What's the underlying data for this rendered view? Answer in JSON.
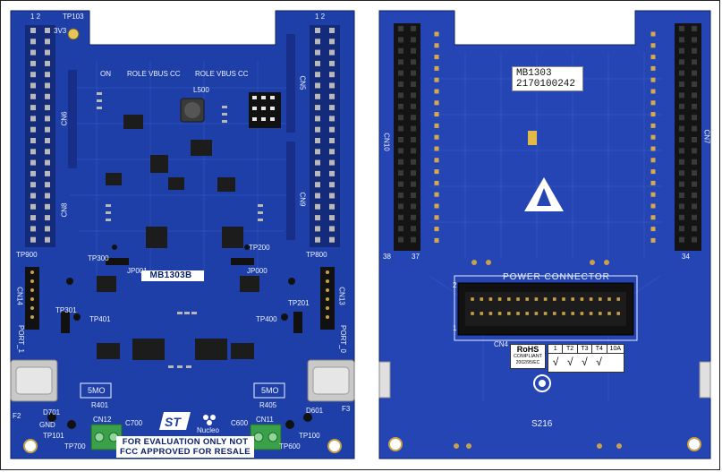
{
  "image": {
    "description_free": true,
    "board_front": {
      "board_label": "MB1303B",
      "product_logo_text": "Nucleo",
      "legend_line1": "FOR EVALUATION ONLY NOT",
      "legend_line2": "FCC APPROVED FOR RESALE",
      "labels": {
        "cn12": "CN12",
        "cn11": "CN11",
        "tp103": "TP103",
        "tp900": "TP900",
        "tp800": "TP800",
        "tp700": "TP700",
        "tp600": "TP600",
        "tp101": "TP101",
        "tp100": "TP100",
        "port1": "PORT_1",
        "port0": "PORT_0",
        "cn14": "CN14",
        "cn13": "CN13",
        "cn6": "CN6",
        "cn8": "CN8",
        "cn5": "CN5",
        "cn9": "CN9",
        "f2": "F2",
        "f3": "F3",
        "gnd": "GND",
        "on": "ON",
        "l500": "L500",
        "jp001": "JP001",
        "jp000": "JP000",
        "r401": "R401",
        "r405": "R405",
        "c700": "C700",
        "c600": "C600",
        "smo": "5MO",
        "v3": "3V3",
        "d701": "D701",
        "d601": "D601",
        "tp200": "TP200",
        "tp300": "TP300",
        "tp301": "TP301",
        "tp401": "TP401",
        "tp400": "TP400",
        "tp201": "TP201",
        "role_vbus_cc": "ROLE VBUS CC",
        "pins_1_2": "1 2"
      }
    },
    "board_back": {
      "sticker_line1": "MB1303",
      "sticker_line2": "2170100242",
      "power_connector": "POWER CONNECTOR",
      "cn4": "CN4",
      "cn10": "CN10",
      "cn7": "CN7",
      "date_code": "S216",
      "rohs_title": "RoHS",
      "rohs_sub": "COMPLIANT",
      "rohs_sub2": "2002/95/EC",
      "check_headers": [
        "1",
        "T2",
        "T3",
        "T4",
        "10A"
      ],
      "check_marks": [
        "√",
        "√",
        "√",
        "√"
      ],
      "pin_2": "2",
      "pin_1": "1",
      "pin_38": "38",
      "pin_37": "37",
      "pin_34": "34"
    }
  },
  "colors": {
    "pcb_blue": "#1f3fa8",
    "pcb_blue_dark": "#152e85",
    "pcb_blue_light": "#2d55c4",
    "header_black": "#141414",
    "gold": "#c8a24a",
    "green_terminal": "#3aa04a",
    "usb_silver": "#c9c9c9"
  }
}
